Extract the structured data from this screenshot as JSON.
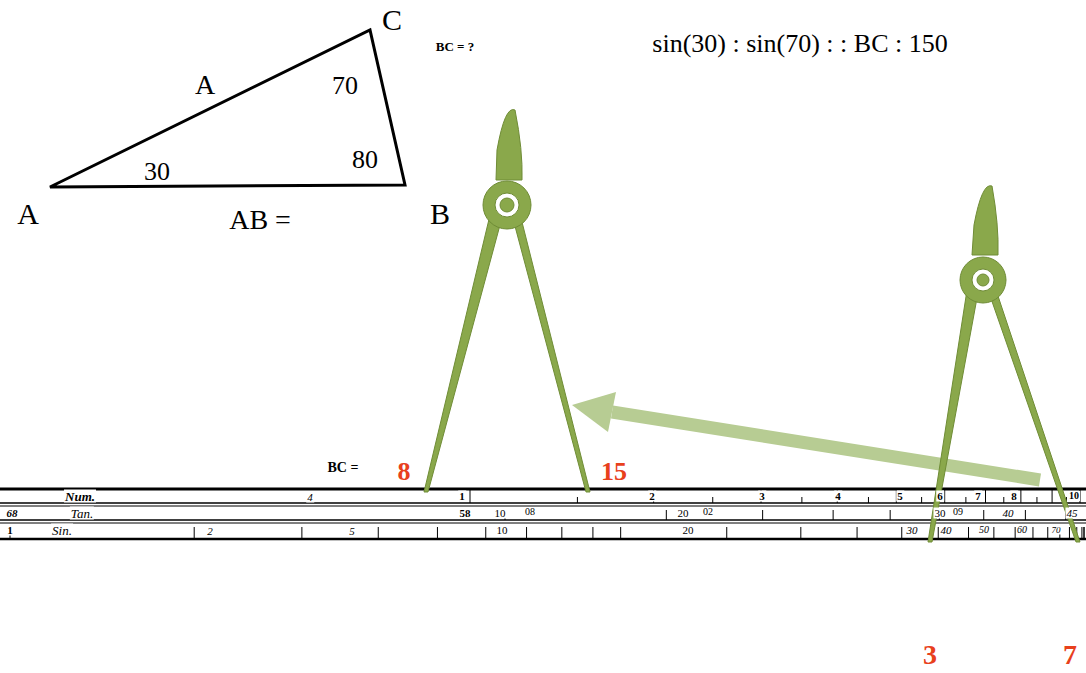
{
  "diagram": {
    "labels": [
      "C",
      "A",
      "70",
      "BC = ?",
      "sin(30) : sin(70) : : BC : 150",
      "30",
      "80",
      "A",
      "AB =",
      "B",
      "BC =",
      "8",
      "15",
      "Num.",
      "4",
      "1",
      "2",
      "3",
      "4",
      "5",
      "6",
      "7",
      "8",
      "10",
      "68",
      "Tan.",
      "58",
      "10",
      "08",
      "20",
      "02",
      "30",
      "09",
      "40",
      "45",
      "1",
      "Sin.",
      "2",
      "5",
      "10",
      "20",
      "30",
      "40",
      "50",
      "60",
      "70",
      "3",
      "7"
    ]
  }
}
